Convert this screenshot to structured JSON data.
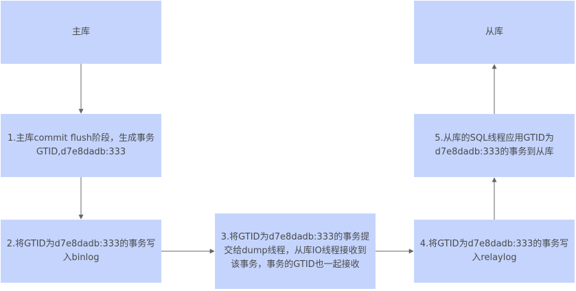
{
  "diagram": {
    "nodes": {
      "master": "主库",
      "slave": "从库",
      "step1": "1.主库commit flush阶段，生成事务\nGTID,d7e8dadb:333",
      "step2": "2.将GTID为d7e8dadb:333的事务写\n入binlog",
      "step3": "3.将GTID为d7e8dadb:333的事务提\n交给dump线程，从库IO线程接收到\n该事务，事务的GTID也一起接收",
      "step4": "4.将GTID为d7e8dadb:333的事务写\n入relaylog",
      "step5": "5.从库的SQL线程应用GTID为\nd7e8dadb:333的事务到从库"
    },
    "colors": {
      "box_fill": "#c4d4fd",
      "arrow": "#666666",
      "text": "#4a4a4a"
    },
    "edges": [
      [
        "master",
        "step1"
      ],
      [
        "step1",
        "step2"
      ],
      [
        "step2",
        "step3"
      ],
      [
        "step3",
        "step4"
      ],
      [
        "step4",
        "step5"
      ],
      [
        "step5",
        "slave"
      ]
    ]
  }
}
